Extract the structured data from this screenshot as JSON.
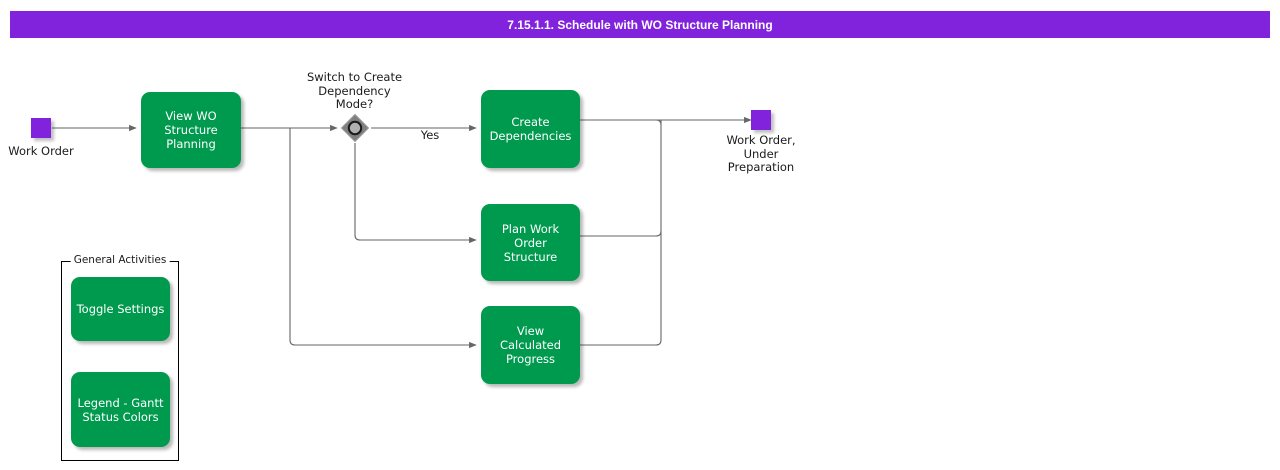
{
  "title": {
    "text": "7.15.1.1. Schedule with WO Structure Planning"
  },
  "colors": {
    "title_bar": "#8122dc",
    "task_fill": "#009a4e",
    "event_fill": "#8122dc",
    "gateway_fill": "#808080",
    "edge_stroke": "#666666",
    "text_dark": "#1a1a1a",
    "text_light": "#ffffff"
  },
  "diagram": {
    "type": "bpmn-flow",
    "start_event": {
      "name": "work-order",
      "label": "Work Order",
      "shape": "square",
      "color": "#8122dc"
    },
    "end_event": {
      "name": "work-order-under-preparation",
      "label": "Work Order,\nUnder\nPreparation",
      "shape": "square",
      "color": "#8122dc"
    },
    "gateway": {
      "name": "switch-to-create-dependency-mode",
      "label": "Switch to Create\nDependency\nMode?",
      "shape": "event-based-gateway",
      "outgoing_label": "Yes"
    },
    "tasks": [
      {
        "id": "view-wo-structure-planning",
        "label": "View WO\nStructure\nPlanning"
      },
      {
        "id": "create-dependencies",
        "label": "Create\nDependencies"
      },
      {
        "id": "plan-work-order-structure",
        "label": "Plan Work Order\nStructure"
      },
      {
        "id": "view-calculated-progress",
        "label": "View Calculated\nProgress"
      }
    ]
  },
  "group": {
    "title": "General Activities",
    "items": [
      {
        "id": "toggle-settings",
        "label": "Toggle Settings"
      },
      {
        "id": "legend-gantt-status-colors",
        "label": "Legend - Gantt\nStatus Colors"
      }
    ]
  }
}
